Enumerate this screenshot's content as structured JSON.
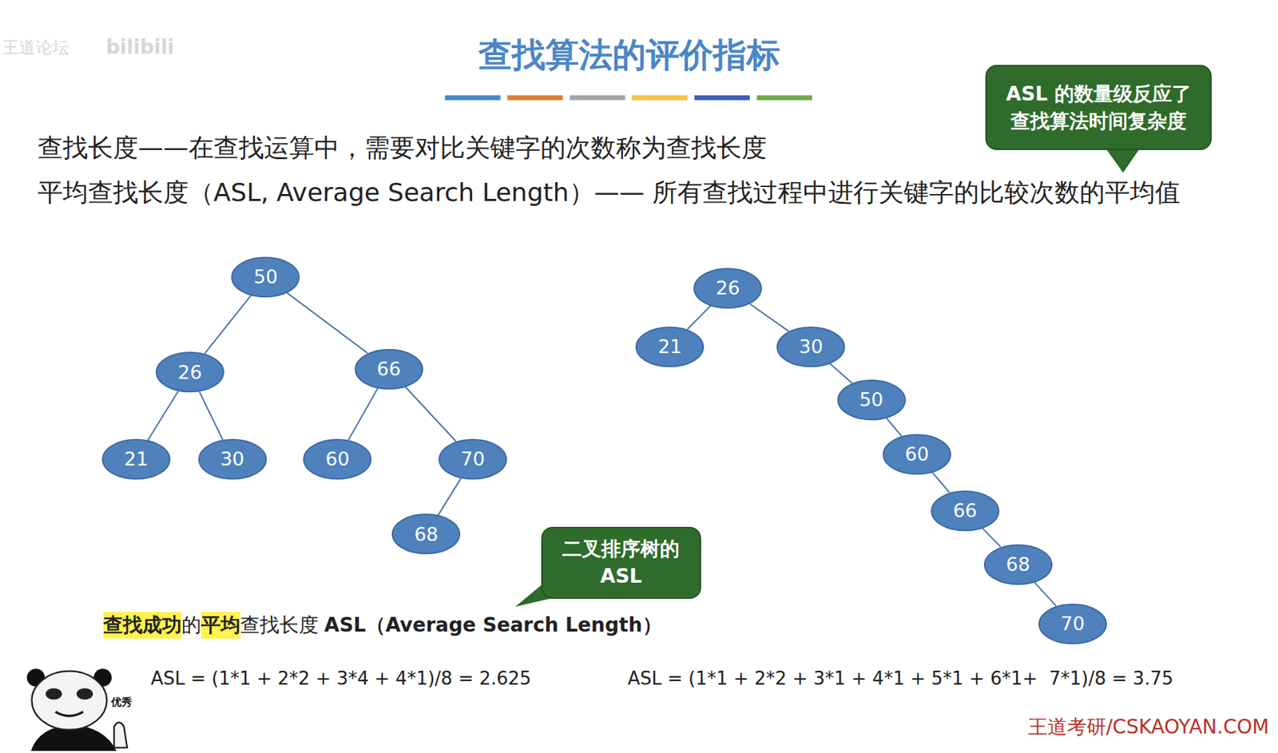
{
  "diagram": {
    "title": "查找算法的评价指标",
    "nodes": [
      {
        "text": [
          "ASL 的数量级反应了 查找算法时间复杂度"
        ]
      },
      {
        "text": [
          "50"
        ]
      },
      {
        "text": [
          "26"
        ]
      },
      {
        "text": [
          "66"
        ]
      },
      {
        "text": [
          "21"
        ]
      },
      {
        "text": [
          "30"
        ]
      },
      {
        "text": [
          "60"
        ]
      },
      {
        "text": [
          "70"
        ]
      },
      {
        "text": [
          "68"
        ]
      },
      {
        "text": [
          "26"
        ]
      },
      {
        "text": [
          "21"
        ]
      },
      {
        "text": [
          "30"
        ]
      },
      {
        "text": [
          "50"
        ]
      },
      {
        "text": [
          "60"
        ]
      },
      {
        "text": [
          "66"
        ]
      },
      {
        "text": [
          "68"
        ]
      },
      {
        "text": [
          "70"
        ]
      },
      {
        "text": [
          "二叉排序树的 ASL"
        ]
      }
    ],
    "edges": [
      {
        "from": 1,
        "to": 2,
        "arrow": "none"
      },
      {
        "from": 1,
        "to": 3,
        "arrow": "none"
      },
      {
        "from": 2,
        "to": 4,
        "arrow": "none"
      },
      {
        "from": 2,
        "to": 5,
        "arrow": "none"
      },
      {
        "from": 3,
        "to": 6,
        "arrow": "none"
      },
      {
        "from": 3,
        "to": 7,
        "arrow": "none"
      },
      {
        "from": 7,
        "to": 8,
        "arrow": "none"
      },
      {
        "from": 9,
        "to": 10,
        "arrow": "none"
      },
      {
        "from": 9,
        "to": 11,
        "arrow": "none"
      },
      {
        "from": 11,
        "to": 12,
        "arrow": "none"
      },
      {
        "from": 12,
        "to": 13,
        "arrow": "none"
      },
      {
        "from": 13,
        "to": 14,
        "arrow": "none"
      },
      {
        "from": 14,
        "to": 15,
        "arrow": "none"
      },
      {
        "from": 15,
        "to": 16,
        "arrow": "none"
      }
    ],
    "labels": [
      "查找长度——在查找运算中，需要对比关键字的次数称为查找长度",
      "平均查找长度（ASL, Average Search Length）—— 所有查找过程中进行关键字的比较次数的平均值",
      "查找成功",
      "的",
      "平均",
      "查找长度",
      "ASL（Average Search Length）",
      "ASL = (1*1 + 2*2 + 3*4 + 4*1)/8 = 2.625",
      "ASL = (1*1 + 2*2 + 3*1 + 4*1 + 5*1 + 6*1+  7*1)/8 = 3.75",
      "王道考研/CSKAOYAN.COM",
      "王道论坛",
      "bilibili",
      "优秀"
    ]
  }
}
